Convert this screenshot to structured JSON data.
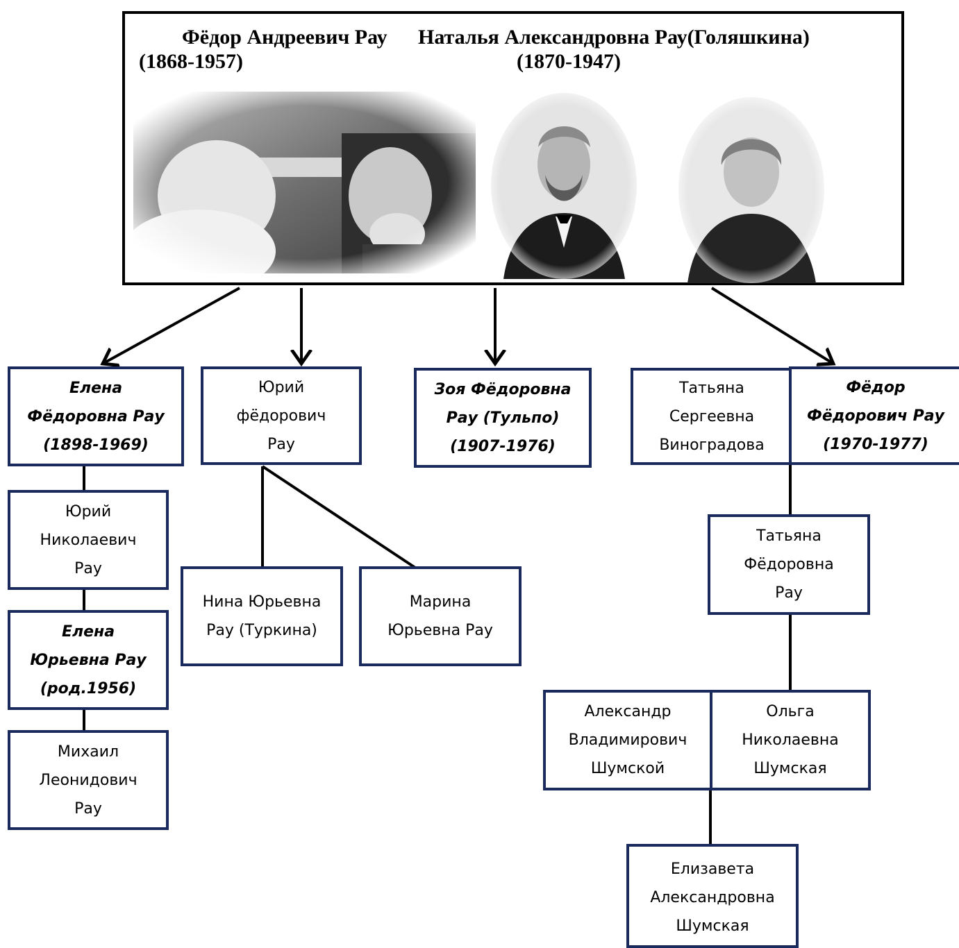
{
  "header": {
    "father_name": "Фёдор Андреевич Рау",
    "father_years": "(1868-1957)",
    "mother_name": "Наталья  Александровна  Рау(Голяшкина)",
    "mother_years": "(1870-1947)"
  },
  "persons": {
    "elena_f": [
      "Елена",
      "Фёдоровна Рау",
      "(1898-1969)"
    ],
    "yuri_f": [
      "Юрий",
      "фёдорович",
      "Рау"
    ],
    "zoya": [
      "Зоя Фёдоровна",
      "Рау (Тульпо)",
      "(1907-1976)"
    ],
    "tatyana_s": [
      "Татьяна",
      "Сергеевна",
      "Виноградова"
    ],
    "fedor_f": [
      "Фёдор",
      "Фёдорович Рау",
      "(1970-1977)"
    ],
    "yuri_n": [
      "Юрий",
      "Николаевич",
      "Рау"
    ],
    "elena_y": [
      "Елена",
      "Юрьевна Рау",
      "(род.1956)"
    ],
    "mikhail": [
      "Михаил",
      "Леонидович",
      "Рау"
    ],
    "nina": [
      "Нина Юрьевна",
      "Рау (Туркина)"
    ],
    "marina": [
      "Марина",
      "Юрьевна Рау"
    ],
    "tatyana_f": [
      "Татьяна",
      "Фёдоровна",
      "Рау"
    ],
    "alexander": [
      "Александр",
      "Владимирович",
      "Шумской"
    ],
    "olga": [
      "Ольга",
      "Николаевна",
      "Шумская"
    ],
    "elizaveta": [
      "Елизавета",
      "Александровна",
      "Шумская"
    ]
  }
}
